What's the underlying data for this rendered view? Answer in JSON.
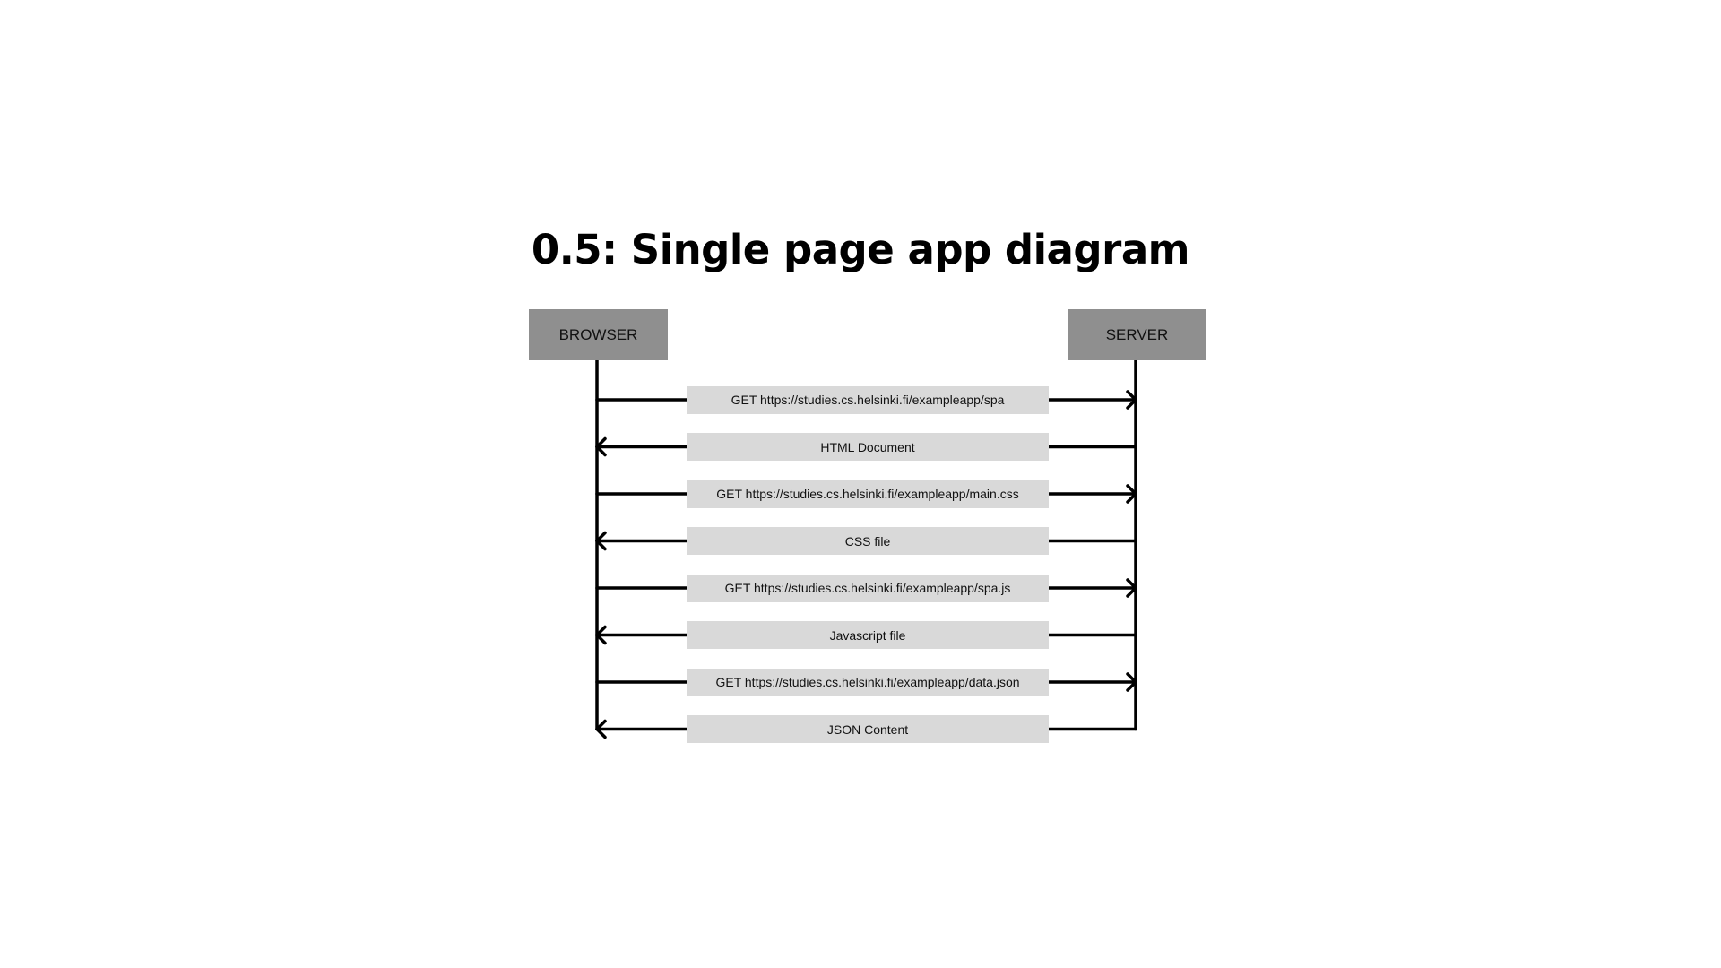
{
  "diagram": {
    "title": "0.5: Single page app diagram",
    "colors": {
      "actor_box": "#8f8f8f",
      "message_box": "#d9d9d9",
      "line": "#000000"
    },
    "actors": {
      "browser": "BROWSER",
      "server": "SERVER"
    },
    "messages": [
      {
        "label": "GET https://studies.cs.helsinki.fi/exampleapp/spa",
        "direction": "browser-to-server"
      },
      {
        "label": "HTML Document",
        "direction": "server-to-browser"
      },
      {
        "label": "GET https://studies.cs.helsinki.fi/exampleapp/main.css",
        "direction": "browser-to-server"
      },
      {
        "label": "CSS file",
        "direction": "server-to-browser"
      },
      {
        "label": "GET https://studies.cs.helsinki.fi/exampleapp/spa.js",
        "direction": "browser-to-server"
      },
      {
        "label": "Javascript file",
        "direction": "server-to-browser"
      },
      {
        "label": "GET https://studies.cs.helsinki.fi/exampleapp/data.json",
        "direction": "browser-to-server"
      },
      {
        "label": "JSON Content",
        "direction": "server-to-browser"
      }
    ]
  }
}
